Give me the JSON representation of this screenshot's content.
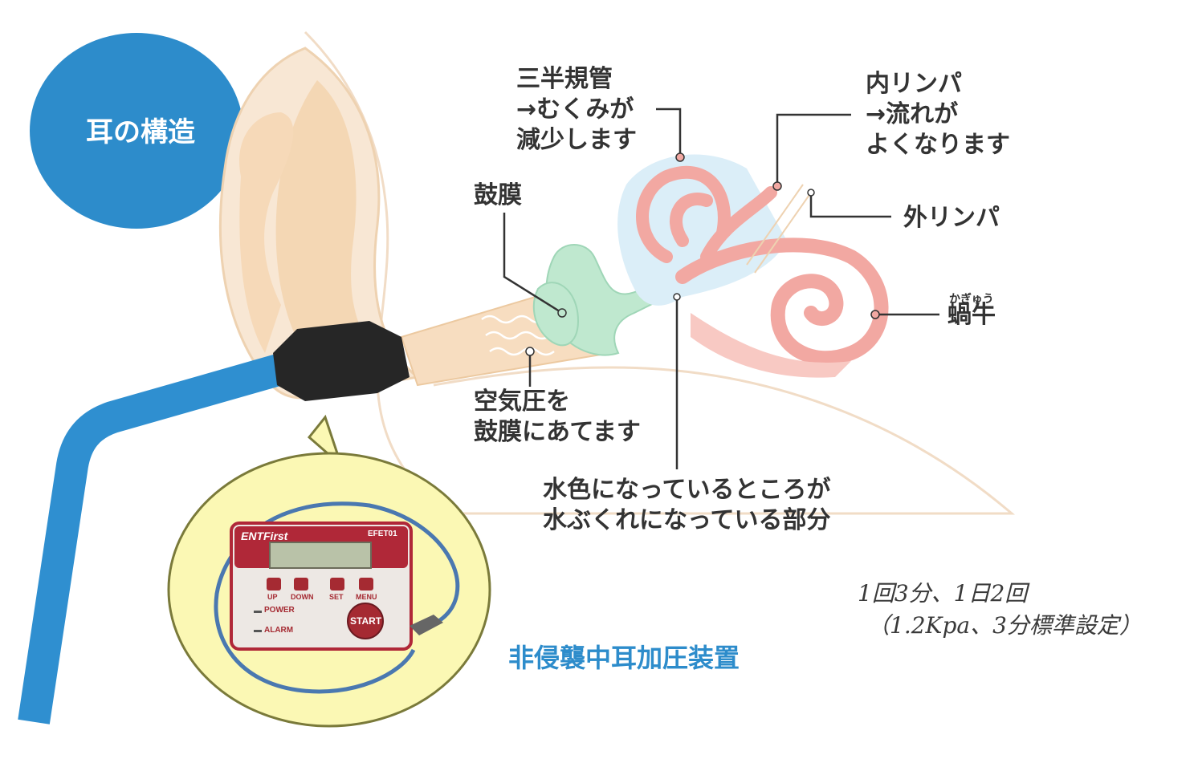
{
  "title": "耳の構造",
  "labels": {
    "semicircular": [
      "三半規管",
      "→むくみが",
      "減少します"
    ],
    "endolymph": [
      "内リンパ",
      "→流れが",
      "よくなります"
    ],
    "perilymph": "外リンパ",
    "cochlea": "蝸牛",
    "cochlea_reading": "かぎゅう",
    "eardrum": "鼓膜",
    "air_pressure": [
      "空気圧を",
      "鼓膜にあてます"
    ],
    "swelling": [
      "水色になっているところが",
      "水ぶくれになっている部分"
    ]
  },
  "device": {
    "caption": "非侵襲中耳加圧装置",
    "brand": "ENTFirst",
    "model": "EFET01",
    "buttons": [
      "UP",
      "DOWN",
      "SET",
      "MENU"
    ],
    "start_label": "START",
    "indicators": [
      "POWER",
      "ALARM"
    ]
  },
  "handwritten_note": [
    "1回3分、1日2回",
    "（1.2Kpa、3分標準設定）"
  ],
  "colors": {
    "circle_blue": "#2d8ccb",
    "tube_blue": "#2f8fd0",
    "skin": "#f6d9b8",
    "skin_outline": "#e8c39a",
    "inner_ear_pink": "#f2a8a2",
    "ossicle_green": "#bfe8cf",
    "light_blue": "#dbeef8",
    "bubble_yellow": "#fbf8b4"
  }
}
